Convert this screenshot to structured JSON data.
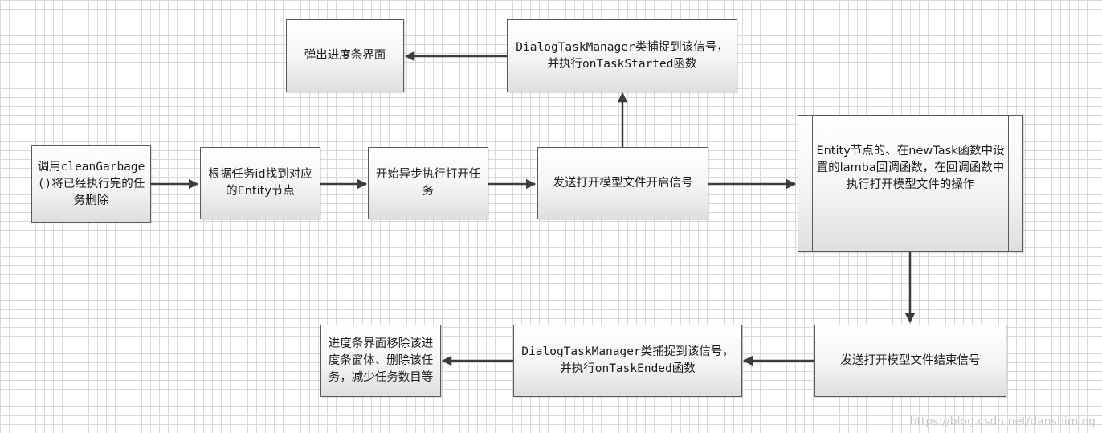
{
  "nodes": {
    "clean_garbage": "调用cleanGarbage()将已经执行完的任务删除",
    "find_entity": "根据任务id找到对应的Entity节点",
    "start_async": "开始异步执行打开任务",
    "send_start_signal": "发送打开模型文件开启信号",
    "dialog_started": "DialogTaskManager类捕捉到该信号，并执行onTaskStarted函数",
    "show_progress": "弹出进度条界面",
    "entity_callback": "Entity节点的、在newTask函数中设置的lamba回调函数，在回调函数中执行打开模型文件的操作",
    "send_end_signal": "发送打开模型文件结束信号",
    "dialog_ended": "DialogTaskManager类捕捉到该信号，并执行onTaskEnded函数",
    "remove_progress": "进度条界面移除该进度条窗体、删除该任务，减少任务数目等"
  },
  "watermark": "https://blog.csdn.net/danshiming",
  "colors": {
    "arrow": "#3c3c3c",
    "border": "#5a5a5a",
    "grid": "#d9d9d9"
  }
}
